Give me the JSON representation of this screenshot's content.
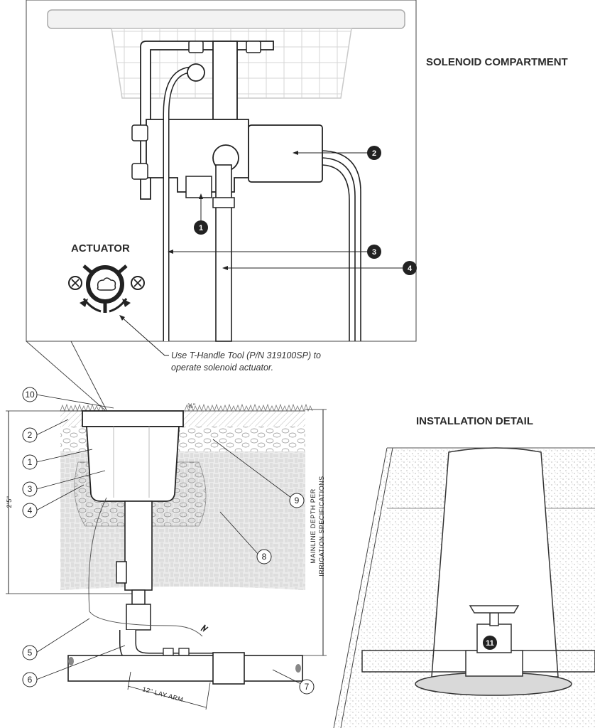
{
  "titles": {
    "solenoid": "SOLENOID COMPARTMENT",
    "actuator": "ACTUATOR",
    "installation": "INSTALLATION DETAIL"
  },
  "note": {
    "line1": "Use T-Handle Tool (P/N 319100SP) to",
    "line2": "operate solenoid actuator."
  },
  "callouts_top": [
    "1",
    "2",
    "3",
    "4"
  ],
  "callouts_bottom": [
    "1",
    "2",
    "3",
    "4",
    "5",
    "6",
    "7",
    "8",
    "9",
    "10"
  ],
  "callout_detail": "11",
  "dimensions": {
    "height": "2'5\"",
    "top_gap": "¾\"",
    "lay_arm": "12\" LAY ARM",
    "mainline_line1": "MAINLINE DEPTH PER",
    "mainline_line2": "IRRIGATION SPECIFICATIONS"
  }
}
